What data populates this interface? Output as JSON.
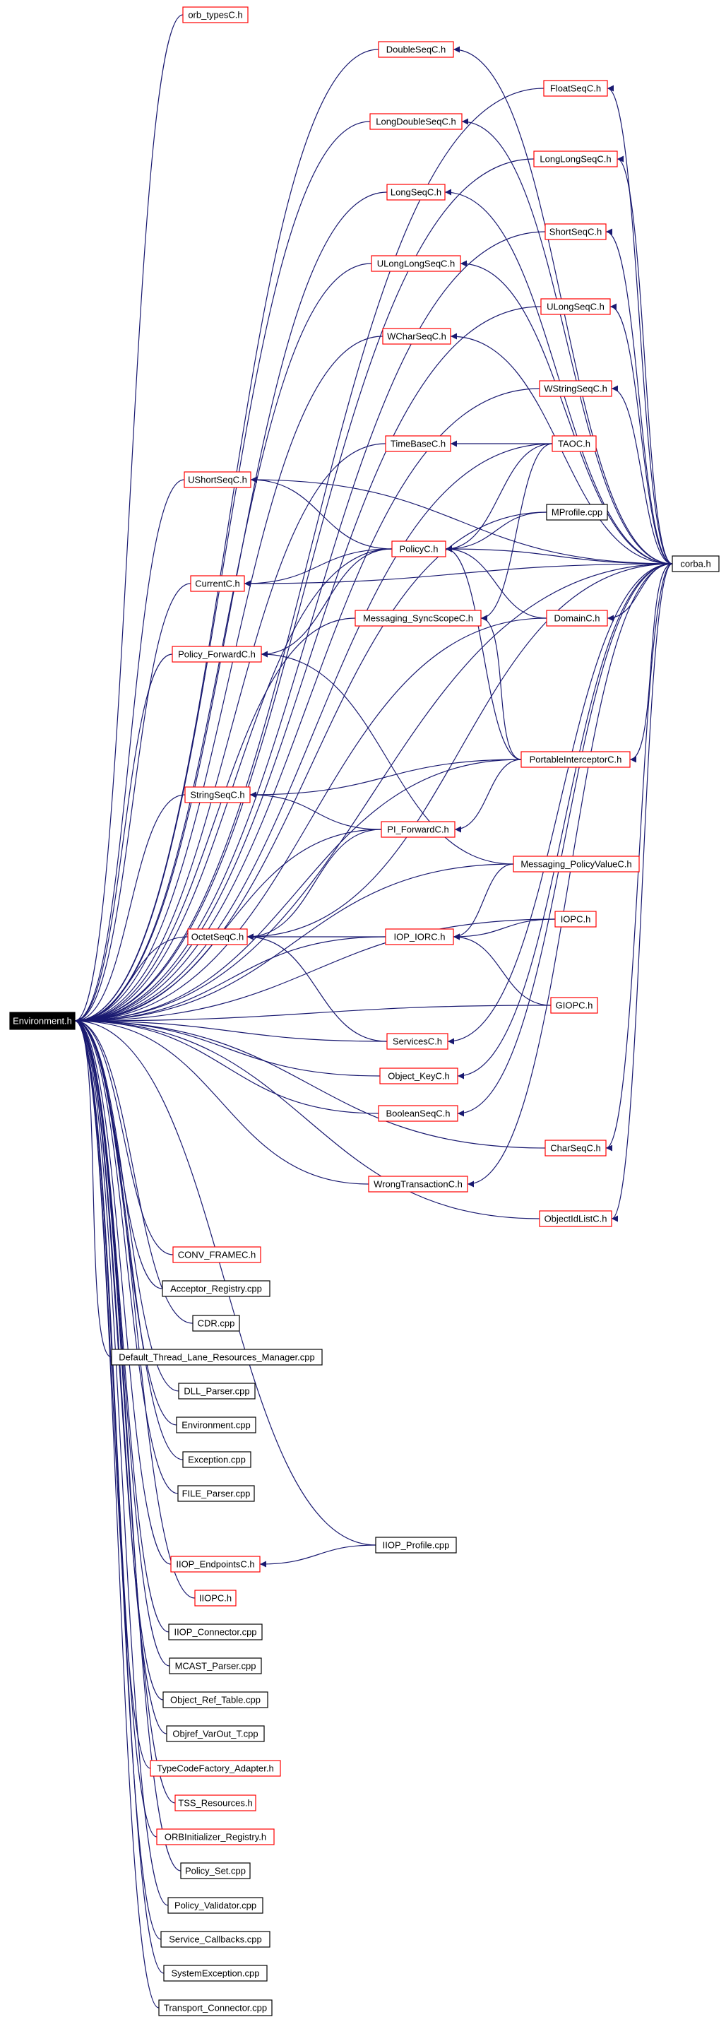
{
  "diagram": {
    "type": "include-dependency-graph",
    "colors": {
      "edge": "#191970",
      "linked_border": "#ff0000",
      "plain_border": "#000000",
      "root_fill": "#000000",
      "root_text": "#ffffff"
    },
    "root": {
      "id": "environment_h",
      "label": "Environment.h"
    },
    "nodes": [
      {
        "id": "orb_typesC_h",
        "label": "orb_typesC.h",
        "style": "linked"
      },
      {
        "id": "DoubleSeqC_h",
        "label": "DoubleSeqC.h",
        "style": "linked"
      },
      {
        "id": "FloatSeqC_h",
        "label": "FloatSeqC.h",
        "style": "linked"
      },
      {
        "id": "LongDoubleSeqC_h",
        "label": "LongDoubleSeqC.h",
        "style": "linked"
      },
      {
        "id": "LongLongSeqC_h",
        "label": "LongLongSeqC.h",
        "style": "linked"
      },
      {
        "id": "LongSeqC_h",
        "label": "LongSeqC.h",
        "style": "linked"
      },
      {
        "id": "ShortSeqC_h",
        "label": "ShortSeqC.h",
        "style": "linked"
      },
      {
        "id": "ULongLongSeqC_h",
        "label": "ULongLongSeqC.h",
        "style": "linked"
      },
      {
        "id": "ULongSeqC_h",
        "label": "ULongSeqC.h",
        "style": "linked"
      },
      {
        "id": "WCharSeqC_h",
        "label": "WCharSeqC.h",
        "style": "linked"
      },
      {
        "id": "WStringSeqC_h",
        "label": "WStringSeqC.h",
        "style": "linked"
      },
      {
        "id": "TimeBaseC_h",
        "label": "TimeBaseC.h",
        "style": "linked"
      },
      {
        "id": "TAOC_h",
        "label": "TAOC.h",
        "style": "linked"
      },
      {
        "id": "UShortSeqC_h",
        "label": "UShortSeqC.h",
        "style": "linked"
      },
      {
        "id": "MProfile_cpp",
        "label": "MProfile.cpp",
        "style": "plain"
      },
      {
        "id": "PolicyC_h",
        "label": "PolicyC.h",
        "style": "linked"
      },
      {
        "id": "corba_h",
        "label": "corba.h",
        "style": "plain"
      },
      {
        "id": "CurrentC_h",
        "label": "CurrentC.h",
        "style": "linked"
      },
      {
        "id": "Messaging_SyncScopeC_h",
        "label": "Messaging_SyncScopeC.h",
        "style": "linked"
      },
      {
        "id": "DomainC_h",
        "label": "DomainC.h",
        "style": "linked"
      },
      {
        "id": "Policy_ForwardC_h",
        "label": "Policy_ForwardC.h",
        "style": "linked"
      },
      {
        "id": "PortableInterceptorC_h",
        "label": "PortableInterceptorC.h",
        "style": "linked"
      },
      {
        "id": "StringSeqC_h",
        "label": "StringSeqC.h",
        "style": "linked"
      },
      {
        "id": "PI_ForwardC_h",
        "label": "PI_ForwardC.h",
        "style": "linked"
      },
      {
        "id": "Messaging_PolicyValueC_h",
        "label": "Messaging_PolicyValueC.h",
        "style": "linked"
      },
      {
        "id": "IOPC_h",
        "label": "IOPC.h",
        "style": "linked"
      },
      {
        "id": "IOP_IORC_h",
        "label": "IOP_IORC.h",
        "style": "linked"
      },
      {
        "id": "OctetSeqC_h",
        "label": "OctetSeqC.h",
        "style": "linked"
      },
      {
        "id": "GIOPC_h",
        "label": "GIOPC.h",
        "style": "linked"
      },
      {
        "id": "ServicesC_h",
        "label": "ServicesC.h",
        "style": "linked"
      },
      {
        "id": "Object_KeyC_h",
        "label": "Object_KeyC.h",
        "style": "linked"
      },
      {
        "id": "BooleanSeqC_h",
        "label": "BooleanSeqC.h",
        "style": "linked"
      },
      {
        "id": "CharSeqC_h",
        "label": "CharSeqC.h",
        "style": "linked"
      },
      {
        "id": "WrongTransactionC_h",
        "label": "WrongTransactionC.h",
        "style": "linked"
      },
      {
        "id": "ObjectIdListC_h",
        "label": "ObjectIdListC.h",
        "style": "linked"
      },
      {
        "id": "CONV_FRAMEC_h",
        "label": "CONV_FRAMEC.h",
        "style": "linked"
      },
      {
        "id": "Acceptor_Registry_cpp",
        "label": "Acceptor_Registry.cpp",
        "style": "plain"
      },
      {
        "id": "CDR_cpp",
        "label": "CDR.cpp",
        "style": "plain"
      },
      {
        "id": "Default_Thread_Lane_Resources_Manager_cpp",
        "label": "Default_Thread_Lane_Resources_Manager.cpp",
        "style": "plain"
      },
      {
        "id": "DLL_Parser_cpp",
        "label": "DLL_Parser.cpp",
        "style": "plain"
      },
      {
        "id": "Environment_cpp",
        "label": "Environment.cpp",
        "style": "plain"
      },
      {
        "id": "Exception_cpp",
        "label": "Exception.cpp",
        "style": "plain"
      },
      {
        "id": "FILE_Parser_cpp",
        "label": "FILE_Parser.cpp",
        "style": "plain"
      },
      {
        "id": "IIOP_Profile_cpp",
        "label": "IIOP_Profile.cpp",
        "style": "plain"
      },
      {
        "id": "IIOP_EndpointsC_h",
        "label": "IIOP_EndpointsC.h",
        "style": "linked"
      },
      {
        "id": "IIOPC_h",
        "label": "IIOPC.h",
        "style": "linked"
      },
      {
        "id": "IIOP_Connector_cpp",
        "label": "IIOP_Connector.cpp",
        "style": "plain"
      },
      {
        "id": "MCAST_Parser_cpp",
        "label": "MCAST_Parser.cpp",
        "style": "plain"
      },
      {
        "id": "Object_Ref_Table_cpp",
        "label": "Object_Ref_Table.cpp",
        "style": "plain"
      },
      {
        "id": "Objref_VarOut_T_cpp",
        "label": "Objref_VarOut_T.cpp",
        "style": "plain"
      },
      {
        "id": "TypeCodeFactory_Adapter_h",
        "label": "TypeCodeFactory_Adapter.h",
        "style": "linked"
      },
      {
        "id": "TSS_Resources_h",
        "label": "TSS_Resources.h",
        "style": "linked"
      },
      {
        "id": "ORBInitializer_Registry_h",
        "label": "ORBInitializer_Registry.h",
        "style": "linked"
      },
      {
        "id": "Policy_Set_cpp",
        "label": "Policy_Set.cpp",
        "style": "plain"
      },
      {
        "id": "Policy_Validator_cpp",
        "label": "Policy_Validator.cpp",
        "style": "plain"
      },
      {
        "id": "Service_Callbacks_cpp",
        "label": "Service_Callbacks.cpp",
        "style": "plain"
      },
      {
        "id": "SystemException_cpp",
        "label": "SystemException.cpp",
        "style": "plain"
      },
      {
        "id": "Transport_Connector_cpp",
        "label": "Transport_Connector.cpp",
        "style": "plain"
      }
    ],
    "edges": [
      [
        "DoubleSeqC_h",
        "corba_h"
      ],
      [
        "FloatSeqC_h",
        "corba_h"
      ],
      [
        "LongDoubleSeqC_h",
        "corba_h"
      ],
      [
        "LongLongSeqC_h",
        "corba_h"
      ],
      [
        "LongSeqC_h",
        "corba_h"
      ],
      [
        "ShortSeqC_h",
        "corba_h"
      ],
      [
        "ULongLongSeqC_h",
        "corba_h"
      ],
      [
        "ULongSeqC_h",
        "corba_h"
      ],
      [
        "WCharSeqC_h",
        "corba_h"
      ],
      [
        "WStringSeqC_h",
        "corba_h"
      ],
      [
        "TimeBaseC_h",
        "TAOC_h"
      ],
      [
        "UShortSeqC_h",
        "corba_h"
      ],
      [
        "UShortSeqC_h",
        "PolicyC_h"
      ],
      [
        "PolicyC_h",
        "TAOC_h"
      ],
      [
        "PolicyC_h",
        "MProfile_cpp"
      ],
      [
        "PolicyC_h",
        "corba_h"
      ],
      [
        "PolicyC_h",
        "DomainC_h"
      ],
      [
        "PolicyC_h",
        "PortableInterceptorC_h"
      ],
      [
        "CurrentC_h",
        "PolicyC_h"
      ],
      [
        "CurrentC_h",
        "corba_h"
      ],
      [
        "Messaging_SyncScopeC_h",
        "TAOC_h"
      ],
      [
        "Messaging_SyncScopeC_h",
        "PortableInterceptorC_h"
      ],
      [
        "DomainC_h",
        "corba_h"
      ],
      [
        "Policy_ForwardC_h",
        "PolicyC_h"
      ],
      [
        "Policy_ForwardC_h",
        "Messaging_PolicyValueC_h"
      ],
      [
        "PortableInterceptorC_h",
        "corba_h"
      ],
      [
        "StringSeqC_h",
        "PI_ForwardC_h"
      ],
      [
        "StringSeqC_h",
        "PortableInterceptorC_h"
      ],
      [
        "PI_ForwardC_h",
        "PortableInterceptorC_h"
      ],
      [
        "IOP_IORC_h",
        "Messaging_PolicyValueC_h"
      ],
      [
        "IOP_IORC_h",
        "IOPC_h"
      ],
      [
        "IOP_IORC_h",
        "GIOPC_h"
      ],
      [
        "OctetSeqC_h",
        "PI_ForwardC_h"
      ],
      [
        "OctetSeqC_h",
        "IOP_IORC_h"
      ],
      [
        "OctetSeqC_h",
        "ServicesC_h"
      ],
      [
        "OctetSeqC_h",
        "corba_h"
      ],
      [
        "ServicesC_h",
        "corba_h"
      ],
      [
        "Object_KeyC_h",
        "corba_h"
      ],
      [
        "BooleanSeqC_h",
        "corba_h"
      ],
      [
        "CharSeqC_h",
        "corba_h"
      ],
      [
        "WrongTransactionC_h",
        "corba_h"
      ],
      [
        "ObjectIdListC_h",
        "corba_h"
      ],
      [
        "IIOP_EndpointsC_h",
        "IIOP_Profile_cpp"
      ],
      [
        "environment_h",
        "orb_typesC_h"
      ],
      [
        "environment_h",
        "DoubleSeqC_h"
      ],
      [
        "environment_h",
        "FloatSeqC_h"
      ],
      [
        "environment_h",
        "LongDoubleSeqC_h"
      ],
      [
        "environment_h",
        "LongLongSeqC_h"
      ],
      [
        "environment_h",
        "LongSeqC_h"
      ],
      [
        "environment_h",
        "ShortSeqC_h"
      ],
      [
        "environment_h",
        "ULongLongSeqC_h"
      ],
      [
        "environment_h",
        "ULongSeqC_h"
      ],
      [
        "environment_h",
        "WCharSeqC_h"
      ],
      [
        "environment_h",
        "WStringSeqC_h"
      ],
      [
        "environment_h",
        "TimeBaseC_h"
      ],
      [
        "environment_h",
        "TAOC_h"
      ],
      [
        "environment_h",
        "UShortSeqC_h"
      ],
      [
        "environment_h",
        "MProfile_cpp"
      ],
      [
        "environment_h",
        "PolicyC_h"
      ],
      [
        "environment_h",
        "corba_h"
      ],
      [
        "environment_h",
        "CurrentC_h"
      ],
      [
        "environment_h",
        "Messaging_SyncScopeC_h"
      ],
      [
        "environment_h",
        "DomainC_h"
      ],
      [
        "environment_h",
        "Policy_ForwardC_h"
      ],
      [
        "environment_h",
        "PortableInterceptorC_h"
      ],
      [
        "environment_h",
        "StringSeqC_h"
      ],
      [
        "environment_h",
        "PI_ForwardC_h"
      ],
      [
        "environment_h",
        "Messaging_PolicyValueC_h"
      ],
      [
        "environment_h",
        "IOPC_h"
      ],
      [
        "environment_h",
        "IOP_IORC_h"
      ],
      [
        "environment_h",
        "OctetSeqC_h"
      ],
      [
        "environment_h",
        "GIOPC_h"
      ],
      [
        "environment_h",
        "ServicesC_h"
      ],
      [
        "environment_h",
        "Object_KeyC_h"
      ],
      [
        "environment_h",
        "BooleanSeqC_h"
      ],
      [
        "environment_h",
        "CharSeqC_h"
      ],
      [
        "environment_h",
        "WrongTransactionC_h"
      ],
      [
        "environment_h",
        "ObjectIdListC_h"
      ],
      [
        "environment_h",
        "CONV_FRAMEC_h"
      ],
      [
        "environment_h",
        "Acceptor_Registry_cpp"
      ],
      [
        "environment_h",
        "CDR_cpp"
      ],
      [
        "environment_h",
        "Default_Thread_Lane_Resources_Manager_cpp"
      ],
      [
        "environment_h",
        "DLL_Parser_cpp"
      ],
      [
        "environment_h",
        "Environment_cpp"
      ],
      [
        "environment_h",
        "Exception_cpp"
      ],
      [
        "environment_h",
        "FILE_Parser_cpp"
      ],
      [
        "environment_h",
        "IIOP_Profile_cpp"
      ],
      [
        "environment_h",
        "IIOP_EndpointsC_h"
      ],
      [
        "environment_h",
        "IIOPC_h"
      ],
      [
        "environment_h",
        "IIOP_Connector_cpp"
      ],
      [
        "environment_h",
        "MCAST_Parser_cpp"
      ],
      [
        "environment_h",
        "Object_Ref_Table_cpp"
      ],
      [
        "environment_h",
        "Objref_VarOut_T_cpp"
      ],
      [
        "environment_h",
        "TypeCodeFactory_Adapter_h"
      ],
      [
        "environment_h",
        "TSS_Resources_h"
      ],
      [
        "environment_h",
        "ORBInitializer_Registry_h"
      ],
      [
        "environment_h",
        "Policy_Set_cpp"
      ],
      [
        "environment_h",
        "Policy_Validator_cpp"
      ],
      [
        "environment_h",
        "Service_Callbacks_cpp"
      ],
      [
        "environment_h",
        "SystemException_cpp"
      ],
      [
        "environment_h",
        "Transport_Connector_cpp"
      ]
    ]
  }
}
